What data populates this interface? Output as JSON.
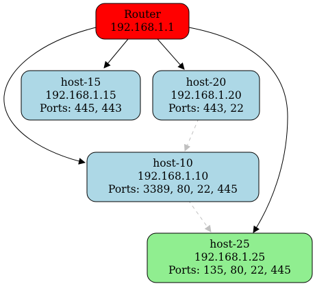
{
  "nodes": {
    "router": {
      "lines": [
        "Router",
        "192.168.1.1"
      ],
      "fill": "#ff0000"
    },
    "host15": {
      "lines": [
        "host-15",
        "192.168.1.15",
        "Ports: 445, 443"
      ],
      "fill": "#add8e6"
    },
    "host20": {
      "lines": [
        "host-20",
        "192.168.1.20",
        "Ports: 443, 22"
      ],
      "fill": "#add8e6"
    },
    "host10": {
      "lines": [
        "host-10",
        "192.168.1.10",
        "Ports: 3389, 80, 22, 445"
      ],
      "fill": "#add8e6"
    },
    "host25": {
      "lines": [
        "host-25",
        "192.168.1.25",
        "Ports: 135, 80, 22, 445"
      ],
      "fill": "#90ee90"
    }
  },
  "edges": [
    {
      "from": "router",
      "to": "host15",
      "style": "solid"
    },
    {
      "from": "router",
      "to": "host20",
      "style": "solid"
    },
    {
      "from": "router",
      "to": "host10",
      "style": "solid"
    },
    {
      "from": "router",
      "to": "host25",
      "style": "solid"
    },
    {
      "from": "host20",
      "to": "host10",
      "style": "dashed"
    },
    {
      "from": "host10",
      "to": "host25",
      "style": "dashed"
    }
  ],
  "colors": {
    "edge_solid": "#000000",
    "edge_dashed": "#c0c0c0",
    "node_stroke": "#000000"
  }
}
